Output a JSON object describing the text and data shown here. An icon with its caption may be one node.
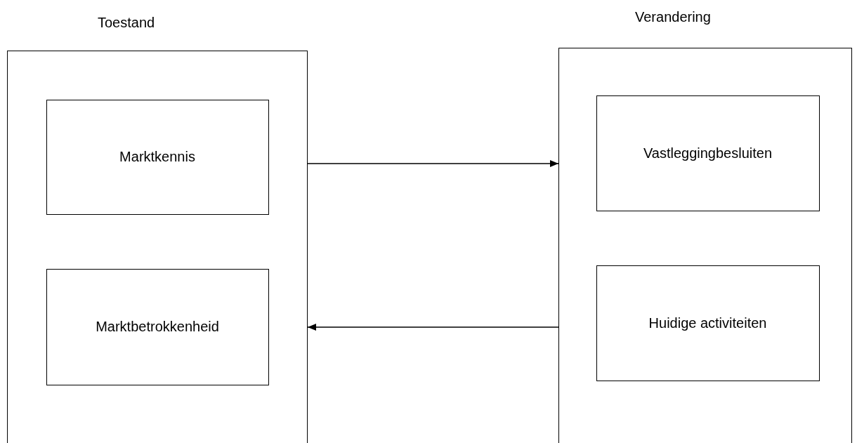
{
  "diagram": {
    "nodes": [
      {
        "text": [
          "Toestand"
        ]
      },
      {
        "text": [
          "Marktkennis"
        ],
        "in": 0
      },
      {
        "text": [
          "Marktbetrokkenheid"
        ],
        "in": 0
      },
      {
        "text": [
          "Verandering"
        ]
      },
      {
        "text": [
          "Vastleggingbesluiten"
        ],
        "in": 3
      },
      {
        "text": [
          "Huidige activiteiten"
        ],
        "in": 3
      }
    ],
    "edges": [
      {
        "from": 0,
        "to": 3,
        "arrow": "to"
      },
      {
        "from": 3,
        "to": 0,
        "arrow": "to"
      }
    ]
  }
}
